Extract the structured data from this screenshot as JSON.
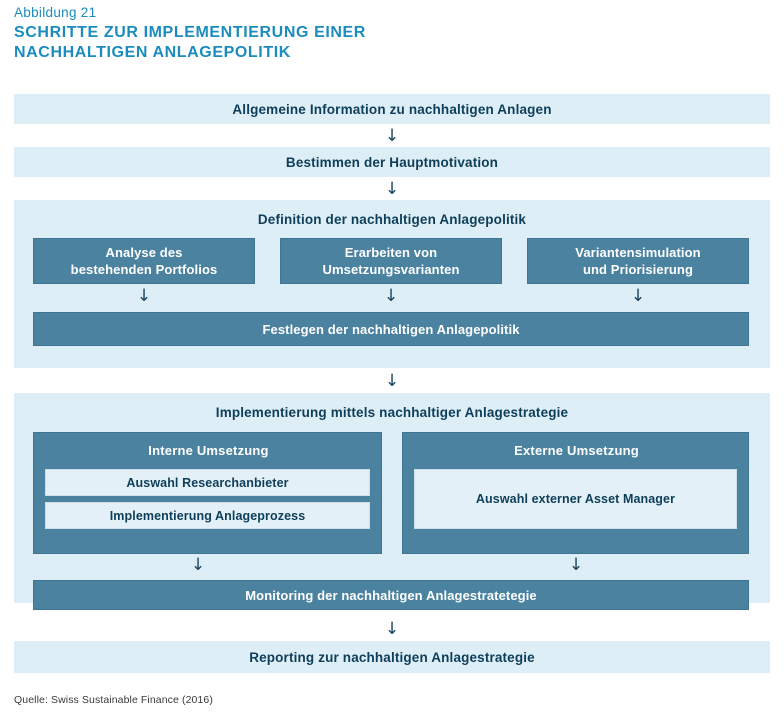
{
  "header": {
    "figure_label": "Abbildung 21",
    "title": "SCHRITTE ZUR IMPLEMENTIERUNG EINER\nNACHHALTIGEN ANLAGEPOLITIK"
  },
  "colors": {
    "title_blue": "#1b8cbd",
    "band_light": "#ddeef7",
    "box_dark": "#4a82a0",
    "box_inner": "#e3f0f7",
    "text_dark": "#0e3e59",
    "arrow": "#17455f"
  },
  "flow": {
    "step1": {
      "label": "Allgemeine Information zu nachhaltigen Anlagen"
    },
    "step2": {
      "label": "Bestimmen der Hauptmotivation"
    },
    "group_definition": {
      "title": "Definition der nachhaltigen Anlagepolitik",
      "options": [
        {
          "label": "Analyse des\nbestehenden Portfolios"
        },
        {
          "label": "Erarbeiten von\nUmsetzungsvarianten"
        },
        {
          "label": "Variantensimulation\nund Priorisierung"
        }
      ],
      "result": {
        "label": "Festlegen der nachhaltigen Anlagepolitik"
      }
    },
    "group_implementation": {
      "title": "Implementierung mittels nachhaltiger Anlagestrategie",
      "panels": [
        {
          "title": "Interne Umsetzung",
          "items": [
            {
              "label": "Auswahl Researchanbieter"
            },
            {
              "label": "Implementierung Anlageprozess"
            }
          ]
        },
        {
          "title": "Externe Umsetzung",
          "items": [
            {
              "label": "Auswahl externer Asset Manager"
            }
          ]
        }
      ],
      "result": {
        "label": "Monitoring der nachhaltigen Anlagestratetegie"
      }
    },
    "step_final": {
      "label": "Reporting zur nachhaltigen Anlagestrategie"
    },
    "arrow_glyph": "↓"
  },
  "source": "Quelle: Swiss Sustainable Finance (2016)"
}
